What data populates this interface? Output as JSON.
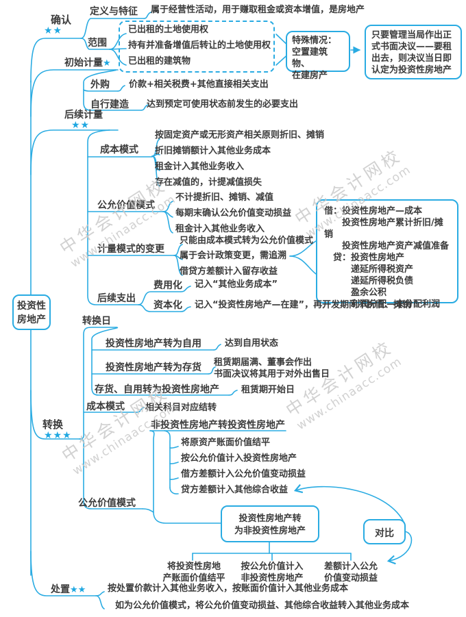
{
  "brand_color": "#29abe2",
  "watermarks": {
    "brand": "中华会计网校",
    "url": "www.chinaacc.com"
  },
  "root": {
    "title": "投资性\n房地产"
  },
  "confirm": {
    "label": "确认",
    "stars": "★★",
    "definition": {
      "label": "定义与特征",
      "leaf": "属于经营性活动，用于赚取租金或资本增值，是房地产"
    },
    "scope": {
      "label": "范围",
      "item1": "已出租的土地使用权",
      "item2": "持有并准备增值后转让的土地使用权",
      "item3": "已出租的建筑物",
      "special": "特殊情况：\n空置建筑物、\n在建房产",
      "note": "只要管理当局作出正式书面决议——要租出去，则决议当日即认定为投资性房地产"
    }
  },
  "initial": {
    "label": "初始计量",
    "stars": "★",
    "purchase": {
      "label": "外购",
      "leaf": "价款+相关税费+其他直接相关支出"
    },
    "selfbuild": {
      "label": "自行建造",
      "leaf": "达到预定可使用状态前发生的必要支出"
    }
  },
  "subsequent": {
    "label": "后续计量",
    "stars": "★★",
    "cost": {
      "label": "成本模式",
      "l1": "按固定资产或无形资产相关原则折旧、摊销",
      "l2": "折旧摊销额计入其他业务成本",
      "l3": "租金计入其他业务收入",
      "l4": "存在减值的，计提减值损失"
    },
    "fair": {
      "label": "公允价值模式",
      "l1": "不计提折旧、摊销、减值",
      "l2": "每期末确认公允价值变动损益",
      "l3": "租金计入其他业务收入"
    },
    "change": {
      "label": "计量模式的变更",
      "l1": "只能由成本模式转为公允价值模式",
      "l2": "属于会计政策变更，需追溯",
      "l3": "借贷方差额计入留存收益",
      "entry": "借：投资性房地产—成本\n　　投资性房地产累计折旧/摊销\n　　投资性房地产资产减值准备\n　贷：投资性房地产\n　　　递延所得税资产\n　　　递延所得税负债\n　　　盈余公积\n　　　利润分配—未分配利润"
    },
    "expenditure": {
      "label": "后续支出",
      "expense": {
        "label": "费用化",
        "leaf": "记入“其他业务成本”"
      },
      "capital": {
        "label": "资本化",
        "leaf": "记入“投资性房地产—在建”，再开发期间不折旧、摊销"
      }
    }
  },
  "transfer": {
    "label": "转换",
    "stars": "★★★",
    "date": {
      "label": "转换日",
      "to_own": {
        "label": "投资性房地产转为自用",
        "leaf": "达到自用状态"
      },
      "to_inventory": {
        "label": "投资性房地产转为存货",
        "leaf": "租赁期届满、董事会作出\n书面决议将其用于对外出售日"
      },
      "to_investment": {
        "label": "存货、自用转为投资性房地产",
        "leaf": "租赁期开始日"
      }
    },
    "cost": {
      "label": "成本模式",
      "leaf": "相关科目对应结转"
    },
    "fair": {
      "label": "公允价值模式",
      "to_inv": {
        "label": "非投资性房地产转投资性房地产",
        "l1": "将原资产账面价值结平",
        "l2": "按公允价值计入投资性房地产",
        "l3": "借方差额计入公允价值变动损益",
        "l4": "贷方差额计入其他综合收益"
      },
      "from_inv": {
        "title": "投资性房地产转\n为非投资性房地产",
        "c1": "将投资性房地\n产账面价值结平",
        "c2": "按公允价值计入\n非投资性房地产",
        "c3": "差额计入公允\n价值变动损益"
      },
      "compare": "对比"
    }
  },
  "disposal": {
    "label": "处置",
    "stars": "★★",
    "l1": "按处置价款计入其他业务收入，按账面价值计入其他业务成本",
    "l2": "如为公允价值模式，将公允价值变动损益、其他综合收益转入其他业务成本"
  }
}
